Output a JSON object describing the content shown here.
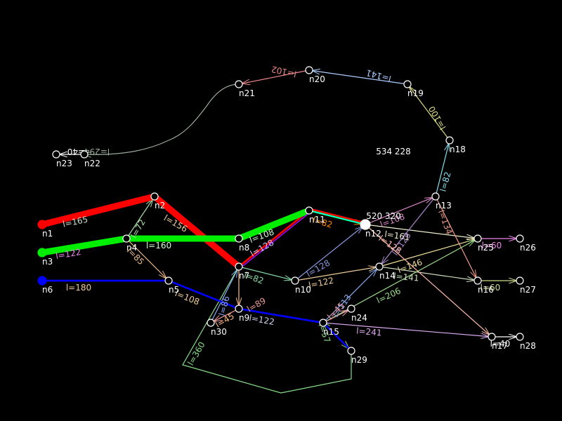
{
  "nodes": [
    {
      "id": "n1",
      "label": "n1"
    },
    {
      "id": "n2",
      "label": "n2"
    },
    {
      "id": "n3",
      "label": "n3"
    },
    {
      "id": "n4",
      "label": "n4"
    },
    {
      "id": "n5",
      "label": "n5"
    },
    {
      "id": "n6",
      "label": "n6"
    },
    {
      "id": "n7",
      "label": "n7"
    },
    {
      "id": "n8",
      "label": "n8"
    },
    {
      "id": "n9",
      "label": "n9"
    },
    {
      "id": "n10",
      "label": "n10"
    },
    {
      "id": "n11",
      "label": "n11"
    },
    {
      "id": "n12",
      "label": "n12"
    },
    {
      "id": "n13",
      "label": "n13"
    },
    {
      "id": "n14",
      "label": "n14"
    },
    {
      "id": "n15",
      "label": "n15"
    },
    {
      "id": "n16",
      "label": "n16"
    },
    {
      "id": "n17",
      "label": "n17"
    },
    {
      "id": "n18",
      "label": "n18"
    },
    {
      "id": "n19",
      "label": "n19"
    },
    {
      "id": "n20",
      "label": "n20"
    },
    {
      "id": "n21",
      "label": "n21"
    },
    {
      "id": "n22",
      "label": "n22"
    },
    {
      "id": "n23",
      "label": "n23"
    },
    {
      "id": "n24",
      "label": "n24"
    },
    {
      "id": "n25",
      "label": "n25"
    },
    {
      "id": "n26",
      "label": "n26"
    },
    {
      "id": "n27",
      "label": "n27"
    },
    {
      "id": "n28",
      "label": "n28"
    },
    {
      "id": "n29",
      "label": "n29"
    },
    {
      "id": "n30",
      "label": "n30"
    }
  ],
  "edges": [
    {
      "from": "n1",
      "to": "n2",
      "label": "l=165",
      "color": "#ff0000",
      "weight": "heavy"
    },
    {
      "from": "n2",
      "to": "n7",
      "label": "l=156",
      "color": "#ff0000",
      "weight": "heavy"
    },
    {
      "from": "n7",
      "to": "n11",
      "label": "l=128",
      "color": "#ff0000",
      "weight": "medium"
    },
    {
      "from": "n3",
      "to": "n4",
      "label": "l=122",
      "color": "#00ee00",
      "weight": "heavy"
    },
    {
      "from": "n4",
      "to": "n8",
      "label": "l=160",
      "color": "#00ee00",
      "weight": "heavy"
    },
    {
      "from": "n8",
      "to": "n11",
      "label": "l=108",
      "color": "#00ee00",
      "weight": "heavy"
    },
    {
      "from": "n6",
      "to": "n5",
      "label": "l=180",
      "color": "#0000ff",
      "weight": "medium"
    },
    {
      "from": "n4",
      "to": "n2",
      "label": "l=72",
      "color": "#aaddaa",
      "weight": "thin"
    },
    {
      "from": "n4",
      "to": "n5",
      "label": "l=85",
      "color": "#eebb88",
      "weight": "thin"
    },
    {
      "from": "n5",
      "to": "n9",
      "label": "l=108",
      "color": "#0000ff",
      "weight": "medium"
    },
    {
      "from": "n7",
      "to": "n10",
      "label": "l=82",
      "color": "#88ddaa",
      "weight": "thin"
    },
    {
      "from": "n9",
      "to": "n15",
      "label": "l=122",
      "color": "#0000ff",
      "weight": "medium"
    },
    {
      "from": "n11",
      "to": "n12",
      "label": "l=82",
      "color": "#ff8800",
      "weight": "thin"
    },
    {
      "from": "n10",
      "to": "n12",
      "label": "l=128",
      "color": "#8899dd",
      "weight": "thin"
    },
    {
      "from": "n10",
      "to": "n14",
      "label": "l=122",
      "color": "#eecc99",
      "weight": "thin"
    },
    {
      "from": "n12",
      "to": "n13",
      "label": "l=108",
      "color": "#dd88cc",
      "weight": "thin"
    },
    {
      "from": "n12",
      "to": "n25",
      "label": "l=161",
      "color": "#eeeecc",
      "weight": "thin"
    },
    {
      "from": "n13",
      "to": "n18",
      "label": "l=82",
      "color": "#88ddee",
      "weight": "thin"
    },
    {
      "from": "n18",
      "to": "n19",
      "label": "l=100",
      "color": "#dddd88",
      "weight": "thin"
    },
    {
      "from": "n19",
      "to": "n20",
      "label": "l=141",
      "color": "#aaccff",
      "weight": "thin"
    },
    {
      "from": "n20",
      "to": "n21",
      "label": "l=102",
      "color": "#ee8888",
      "weight": "thin"
    },
    {
      "from": "n22",
      "to": "n23",
      "label": "l=40",
      "color": "#ffffff",
      "weight": "thin"
    },
    {
      "from": "n13",
      "to": "n16",
      "label": "l=134",
      "color": "#ee9988",
      "weight": "thin"
    },
    {
      "from": "n13",
      "to": "n14",
      "label": "l=128",
      "color": "#aa88cc",
      "weight": "thin"
    },
    {
      "from": "n14",
      "to": "n16",
      "label": "l=141",
      "color": "#ccddbb",
      "weight": "thin"
    },
    {
      "from": "n14",
      "to": "n25",
      "label": "l=146",
      "color": "#eedd99",
      "weight": "thin"
    },
    {
      "from": "n15",
      "to": "n14",
      "label": "l=113",
      "color": "#88aaee",
      "weight": "thin"
    },
    {
      "from": "n15",
      "to": "n17",
      "label": "l=241",
      "color": "#ddaaee",
      "weight": "thin"
    },
    {
      "from": "n15",
      "to": "n25",
      "label": "l=206",
      "color": "#99dd88",
      "weight": "thin"
    },
    {
      "from": "n12",
      "to": "n17",
      "label": "l=128",
      "color": "#ffbbaa",
      "weight": "thin"
    },
    {
      "from": "n25",
      "to": "n26",
      "label": "l=60",
      "color": "#ee88ee",
      "weight": "thin"
    },
    {
      "from": "n16",
      "to": "n27",
      "label": "l=60",
      "color": "#ccdd88",
      "weight": "thin"
    },
    {
      "from": "n17",
      "to": "n28",
      "label": "l=40",
      "color": "#ffffff",
      "weight": "thin"
    },
    {
      "from": "n9",
      "to": "n30",
      "label": "l=89",
      "color": "#ee9999",
      "weight": "thin"
    },
    {
      "from": "n30",
      "to": "n7",
      "label": "l=86",
      "color": "#88aaff",
      "weight": "thin"
    },
    {
      "from": "n7",
      "to": "n9",
      "label": "l=45",
      "color": "#ffbb88",
      "weight": "thin"
    },
    {
      "from": "n15",
      "to": "n24",
      "label": "l=45",
      "color": "#ee99aa",
      "weight": "thin"
    },
    {
      "from": "n15",
      "to": "n29",
      "label": "l=57",
      "color": "#88dd88",
      "weight": "thin"
    },
    {
      "from": "n7",
      "to": "n15",
      "label": "l=360",
      "color": "#88dd88",
      "weight": "thin"
    },
    {
      "from": "n21",
      "to": "n22",
      "label": "l=294",
      "color": "#99aa99",
      "weight": "thin"
    }
  ],
  "paths": [
    {
      "name": "red-route",
      "color": "#ff0000"
    },
    {
      "name": "green-route",
      "color": "#00ee00"
    },
    {
      "name": "blue-route",
      "color": "#0000ff"
    }
  ],
  "annotations": [
    {
      "text": "534 228"
    },
    {
      "text": "520 320"
    }
  ]
}
